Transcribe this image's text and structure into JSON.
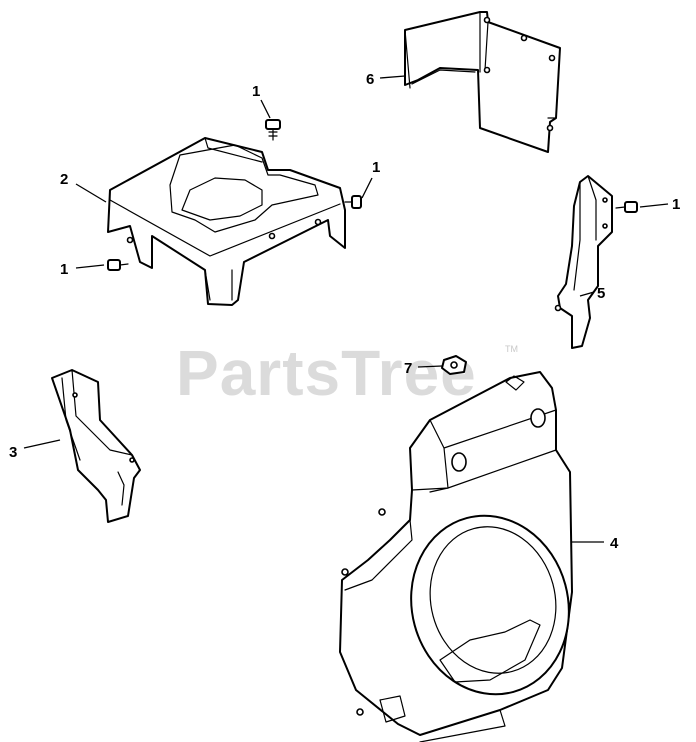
{
  "watermark": {
    "text": "PartsTree",
    "tm": "TM"
  },
  "callouts": [
    {
      "id": "c1a",
      "label": "1"
    },
    {
      "id": "c1b",
      "label": "1"
    },
    {
      "id": "c1c",
      "label": "1"
    },
    {
      "id": "c1d",
      "label": "1"
    },
    {
      "id": "c2",
      "label": "2"
    },
    {
      "id": "c3",
      "label": "3"
    },
    {
      "id": "c4",
      "label": "4"
    },
    {
      "id": "c5",
      "label": "5"
    },
    {
      "id": "c6",
      "label": "6"
    },
    {
      "id": "c7",
      "label": "7"
    }
  ]
}
